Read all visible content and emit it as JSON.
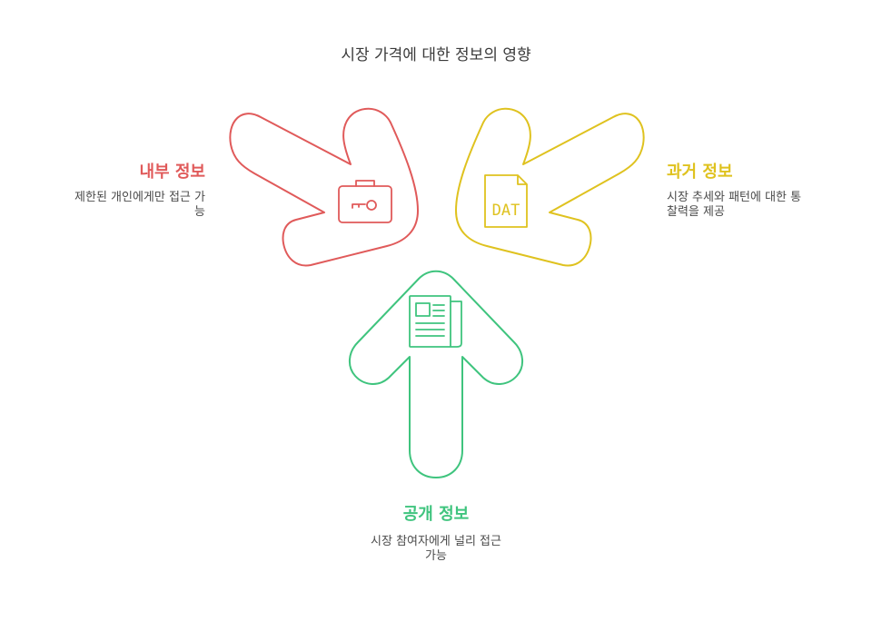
{
  "title": "시장 가격에 대한 정보의 영향",
  "colors": {
    "internal": "#e05a5a",
    "historical": "#dfc21f",
    "public": "#3fc47e"
  },
  "internal": {
    "heading": "내부 정보",
    "desc_line1": "제한된 개인에게만 접근 가",
    "desc_line2": "능",
    "icon": "briefcase-key-icon"
  },
  "historical": {
    "heading": "과거 정보",
    "desc_line1": "시장 추세와 패턴에 대한 통",
    "desc_line2": "찰력을 제공",
    "icon": "dat-file-icon",
    "icon_text": "DAT"
  },
  "public": {
    "heading": "공개 정보",
    "desc_line1": "시장 참여자에게 널리 접근",
    "desc_line2": "가능",
    "icon": "newspaper-icon"
  }
}
